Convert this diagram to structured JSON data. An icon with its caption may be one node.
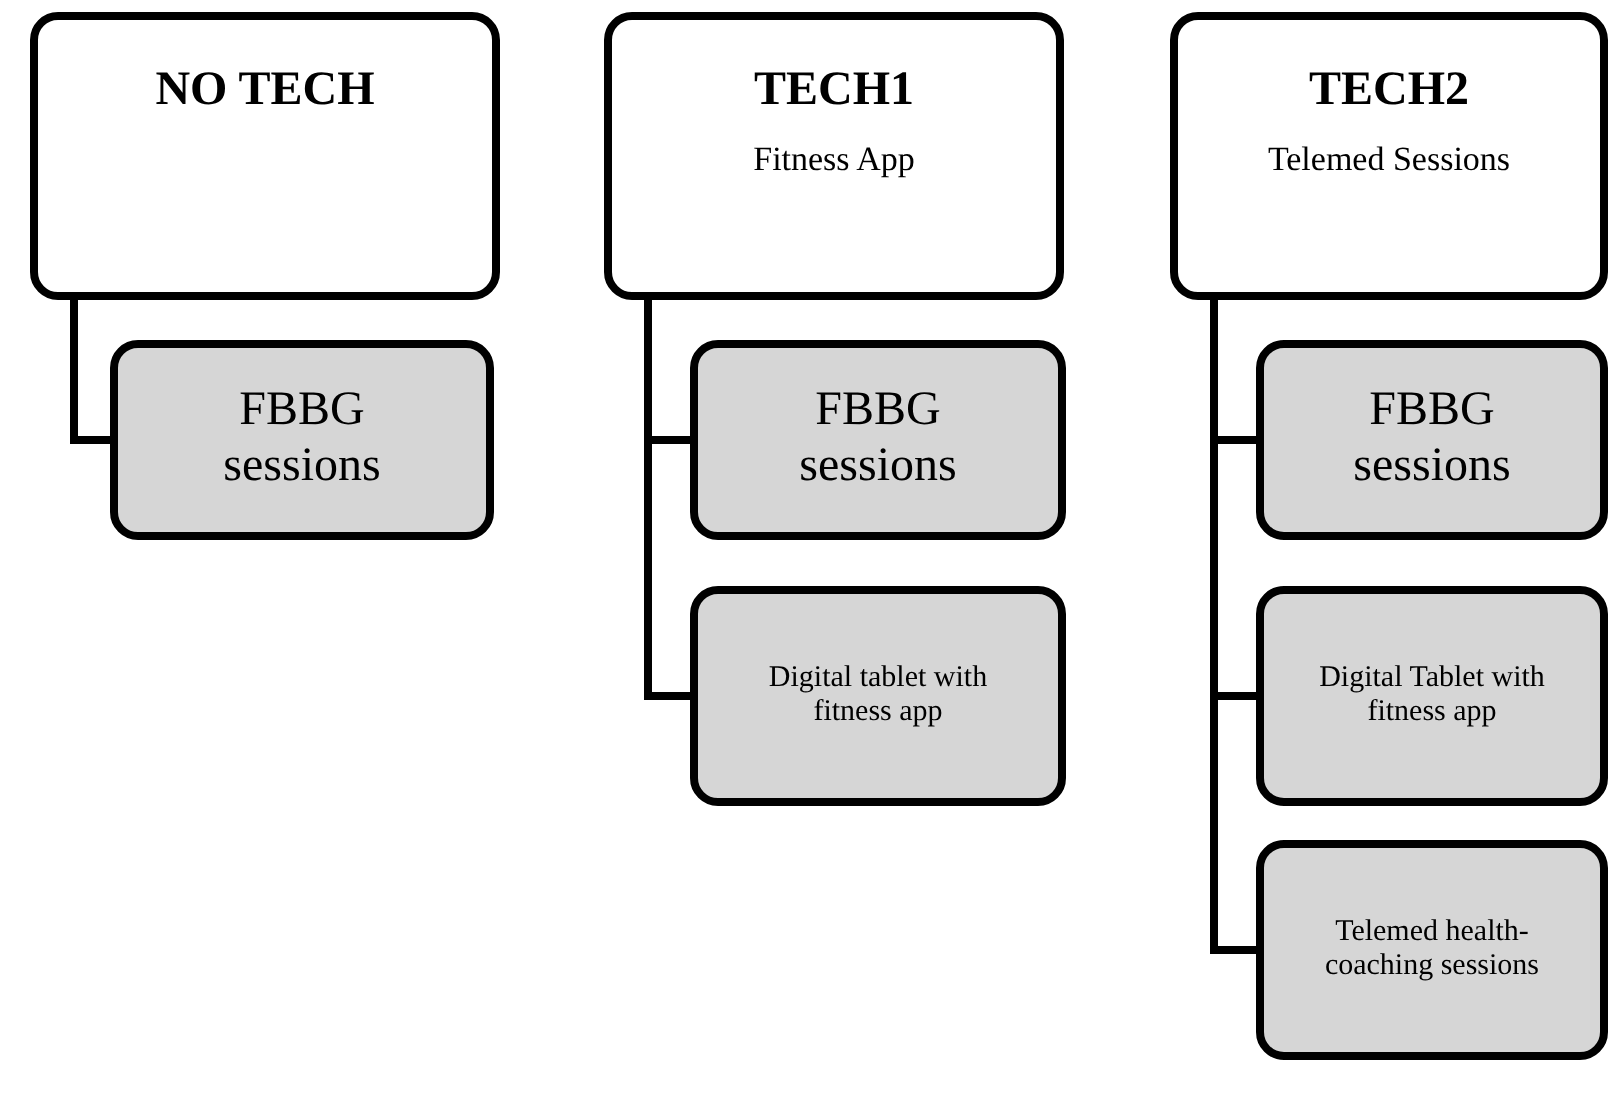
{
  "diagram": {
    "nodes": [
      {
        "text": [
          "NO TECH"
        ]
      },
      {
        "text": [
          "FBBG sessions"
        ]
      },
      {
        "text": [
          "TECH1",
          "Fitness App"
        ]
      },
      {
        "text": [
          "FBBG sessions"
        ]
      },
      {
        "text": [
          "Digital tablet with fitness app"
        ]
      },
      {
        "text": [
          "TECH2",
          "Telemed Sessions"
        ]
      },
      {
        "text": [
          "FBBG sessions"
        ]
      },
      {
        "text": [
          "Digital Tablet with fitness app"
        ]
      },
      {
        "text": [
          "Telemed health-coaching sessions"
        ]
      }
    ],
    "edges": [
      {
        "from": 0,
        "to": 1,
        "arrow": "none"
      },
      {
        "from": 2,
        "to": 3,
        "arrow": "none"
      },
      {
        "from": 2,
        "to": 4,
        "arrow": "none"
      },
      {
        "from": 5,
        "to": 6,
        "arrow": "none"
      },
      {
        "from": 5,
        "to": 7,
        "arrow": "none"
      },
      {
        "from": 5,
        "to": 8,
        "arrow": "none"
      }
    ]
  }
}
